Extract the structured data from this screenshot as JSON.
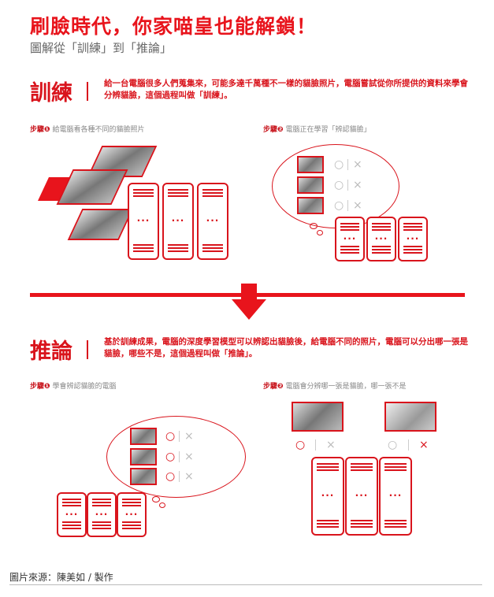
{
  "title": "刷臉時代，你家喵皇也能解鎖！",
  "subtitle": "圖解從「訓練」到「推論」",
  "training": {
    "heading": "訓練",
    "description": "給一台電腦很多人們蒐集來，可能多達千萬種不一樣的貓臉照片，電腦嘗試從你所提供的資料來學會分辨貓臉，這個過程叫做「訓練」。",
    "step1_label": "步驟❶",
    "step1_text": "給電腦看各種不同的貓臉照片",
    "step2_label": "步驟❷",
    "step2_text": "電腦正在學習「辨認貓臉」"
  },
  "inference": {
    "heading": "推論",
    "description": "基於訓練成果，電腦的深度學習模型可以辨認出貓臉後，給電腦不同的照片，電腦可以分出哪一張是貓臉，哪些不是，這個過程叫做「推論」。",
    "step1_label": "步驟❶",
    "step1_text": "學會辨認貓臉的電腦",
    "step2_label": "步驟❷",
    "step2_text": "電腦會分辨哪一張是貓臉，哪一張不是"
  },
  "marks": {
    "yes": "○",
    "no": "×",
    "dots": "···"
  },
  "caption": "圖片來源：陳美如 / 製作",
  "colors": {
    "accent": "#e8141c",
    "muted": "#bbbbbb"
  }
}
